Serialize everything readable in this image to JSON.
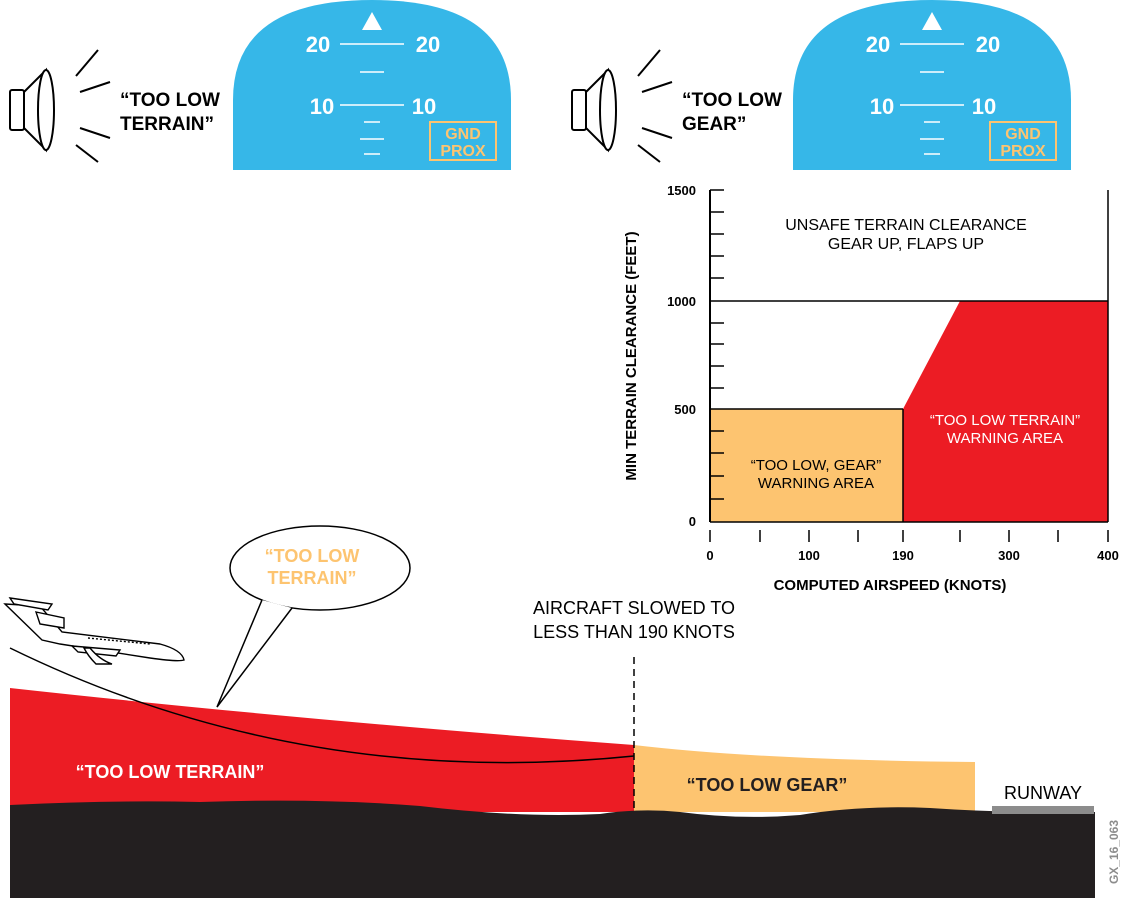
{
  "colors": {
    "attitude_sky": "#36B7E8",
    "warning_red": "#EC1C24",
    "caution_amber": "#FDC470",
    "ground": "#231F20",
    "runway": "#8C8C8C",
    "white": "#FFFFFF",
    "black": "#000000"
  },
  "annunciators": [
    {
      "callout_line1": "“TOO LOW",
      "callout_line2": "TERRAIN”",
      "pitch_upper_left": "20",
      "pitch_upper_right": "20",
      "pitch_lower_left": "10",
      "pitch_lower_right": "10",
      "flag_line1": "GND",
      "flag_line2": "PROX"
    },
    {
      "callout_line1": "“TOO LOW",
      "callout_line2": "GEAR”",
      "pitch_upper_left": "20",
      "pitch_upper_right": "20",
      "pitch_lower_left": "10",
      "pitch_lower_right": "10",
      "flag_line1": "GND",
      "flag_line2": "PROX"
    }
  ],
  "envelope": {
    "ylabel": "MIN TERRAIN CLEARANCE (FEET)",
    "xlabel": "COMPUTED AIRSPEED (KNOTS)",
    "y_ticks": [
      "0",
      "500",
      "1000",
      "1500"
    ],
    "x_ticks": [
      "0",
      "100",
      "190",
      "300",
      "400"
    ],
    "unsafe_line1": "UNSAFE TERRAIN CLEARANCE",
    "unsafe_line2": "GEAR UP, FLAPS UP",
    "gear_line1": "“TOO LOW, GEAR”",
    "gear_line2": "WARNING AREA",
    "terrain_line1": "“TOO LOW TERRAIN”",
    "terrain_line2": "WARNING AREA"
  },
  "profile": {
    "bubble_line1": "“TOO LOW",
    "bubble_line2": "TERRAIN”",
    "slowed_line1": "AIRCRAFT SLOWED TO",
    "slowed_line2": "LESS THAN 190 KNOTS",
    "terrain_zone": "“TOO LOW TERRAIN”",
    "gear_zone": "“TOO LOW GEAR”",
    "runway": "RUNWAY"
  },
  "figure_id": "GX_16_063"
}
